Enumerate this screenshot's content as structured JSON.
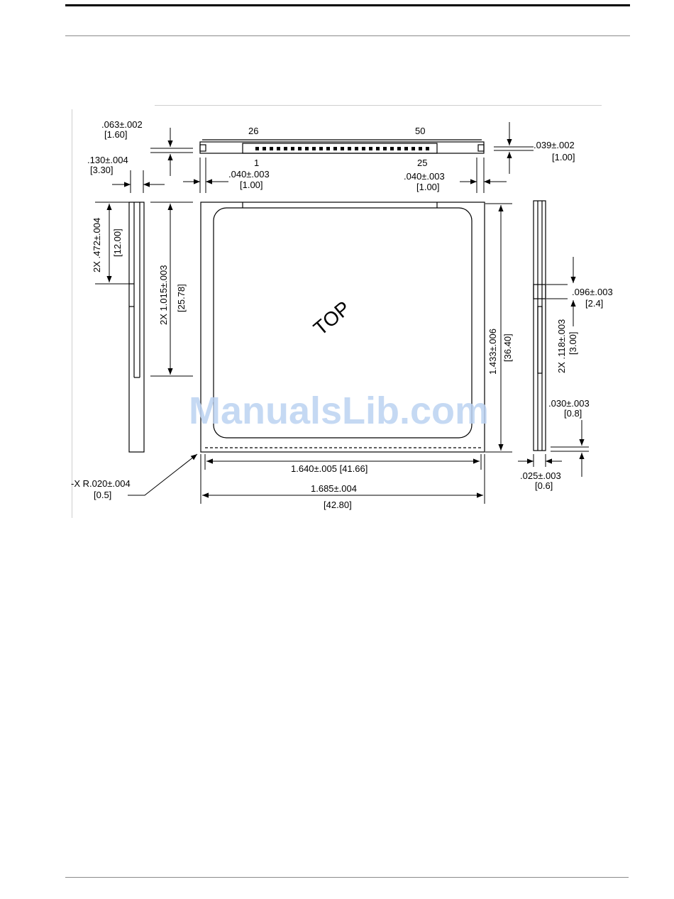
{
  "drawing": {
    "pins": {
      "top_left": "26",
      "top_right": "50",
      "bottom_left": "1",
      "bottom_right": "25"
    },
    "top_label": "TOP",
    "dims": {
      "d063": ".063±.002",
      "d063_mm": "[1.60]",
      "d039": ".039±.002",
      "d039_mm": "[1.00]",
      "d130": ".130±.004",
      "d130_mm": "[3.30]",
      "d040_left": ".040±.003",
      "d040_left_mm": "[1.00]",
      "d040_right": ".040±.003",
      "d040_right_mm": "[1.00]",
      "d472": "2X .472±.004",
      "d472_mm": "[12.00]",
      "d1015": "2X 1.015±.003",
      "d1015_mm": "[25.78]",
      "d1433": "1.433±.006",
      "d1433_mm": "[36.40]",
      "d096": ".096±.003",
      "d096_mm": "[2.4]",
      "d118": "2X .118±.003",
      "d118_mm": "[3.00]",
      "d030": ".030±.003",
      "d030_mm": "[0.8]",
      "d025": ".025±.003",
      "d025_mm": "[0.6]",
      "d1640": "1.640±.005 [41.66]",
      "d1685": "1.685±.004",
      "d1685_mm": "[42.80]",
      "radius": "-X R.020±.004",
      "radius_mm": "[0.5]"
    }
  },
  "watermark": "ManualsLib.com"
}
